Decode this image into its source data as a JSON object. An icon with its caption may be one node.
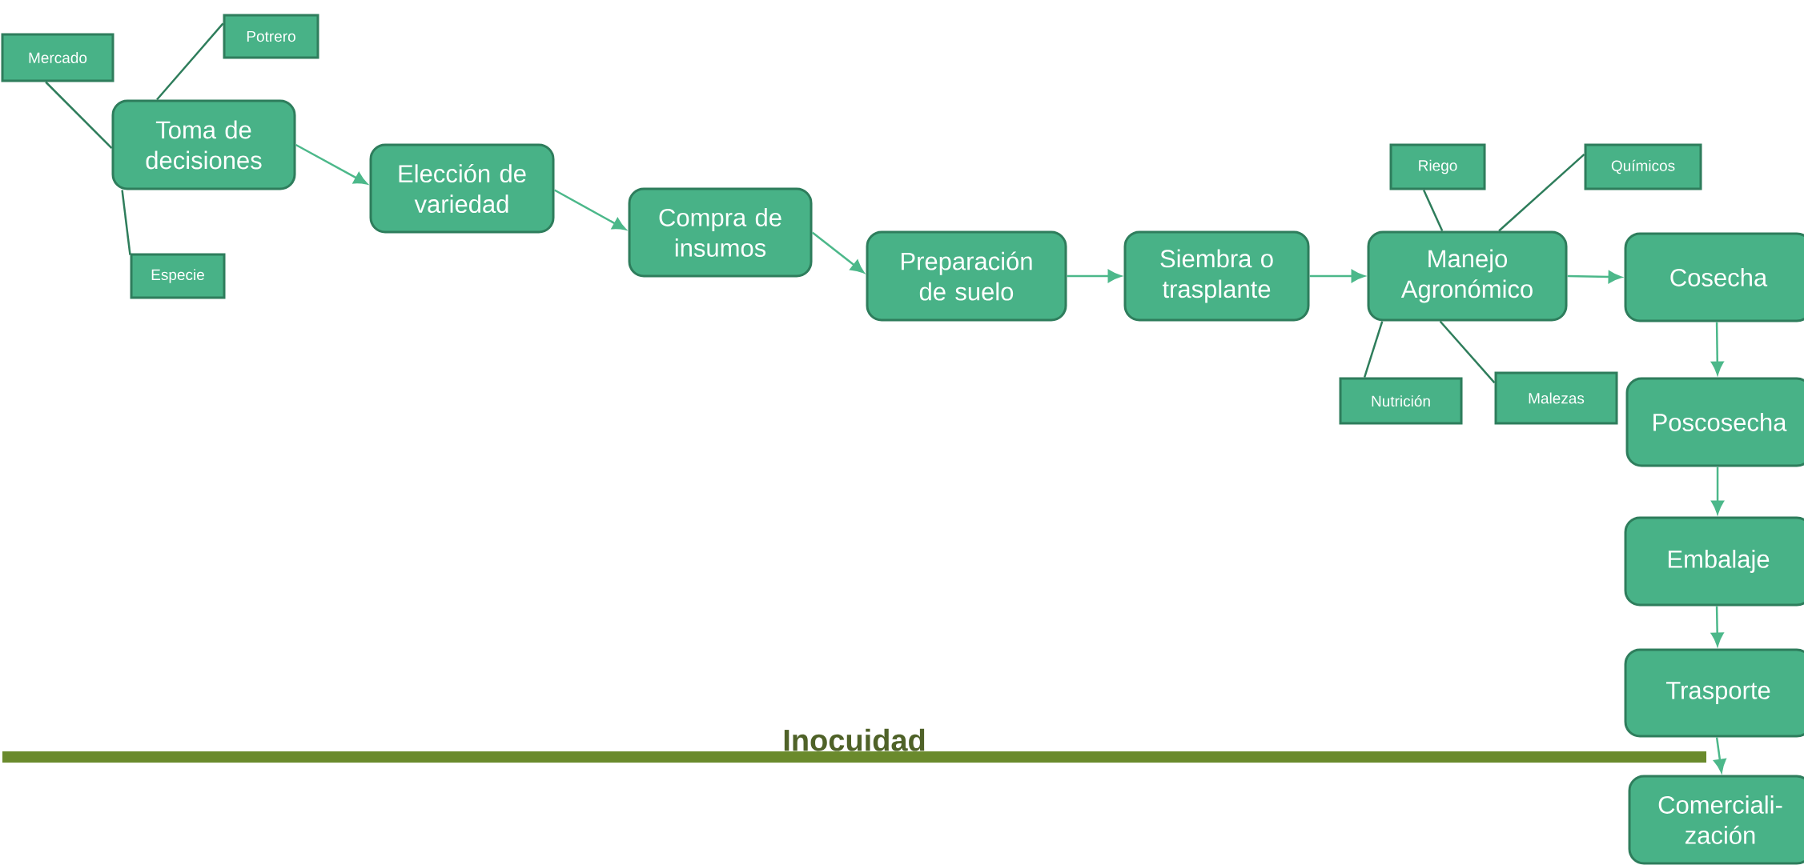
{
  "diagram": {
    "nodes": [
      {
        "text": [
          "Mercado"
        ]
      },
      {
        "text": [
          "Potrero"
        ]
      },
      {
        "text": [
          "Toma de decisiones"
        ]
      },
      {
        "text": [
          "Especie"
        ]
      },
      {
        "text": [
          "Elección de variedad"
        ]
      },
      {
        "text": [
          "Compra de insumos"
        ]
      },
      {
        "text": [
          "Preparación de suelo"
        ]
      },
      {
        "text": [
          "Siembra o trasplante"
        ]
      },
      {
        "text": [
          "Riego"
        ]
      },
      {
        "text": [
          "Químicos"
        ]
      },
      {
        "text": [
          "Manejo Agronómico"
        ]
      },
      {
        "text": [
          "Cosecha"
        ]
      },
      {
        "text": [
          "Nutrición"
        ]
      },
      {
        "text": [
          "Malezas"
        ]
      },
      {
        "text": [
          "Poscosecha"
        ]
      },
      {
        "text": [
          "Embalaje"
        ]
      },
      {
        "text": [
          "Trasporte"
        ]
      },
      {
        "text": [
          "Comerciali-zación"
        ]
      },
      {
        "text": [
          "Inocuidad"
        ]
      }
    ],
    "edges": [
      {
        "from": 0,
        "to": 2,
        "arrow": "none",
        "color": "#2e7d5b"
      },
      {
        "from": 1,
        "to": 2,
        "arrow": "none",
        "color": "#2e7d5b"
      },
      {
        "from": 2,
        "to": 3,
        "arrow": "none",
        "color": "#2e7d5b"
      },
      {
        "from": 2,
        "to": 4,
        "arrow": "to"
      },
      {
        "from": 4,
        "to": 5,
        "arrow": "to"
      },
      {
        "from": 5,
        "to": 6,
        "arrow": "to"
      },
      {
        "from": 6,
        "to": 7,
        "arrow": "to"
      },
      {
        "from": 7,
        "to": 10,
        "arrow": "to"
      },
      {
        "from": 8,
        "to": 10,
        "arrow": "none",
        "color": "#2e7d5b"
      },
      {
        "from": 9,
        "to": 10,
        "arrow": "none",
        "color": "#2e7d5b"
      },
      {
        "from": 12,
        "to": 10,
        "arrow": "none",
        "color": "#2e7d5b"
      },
      {
        "from": 13,
        "to": 10,
        "arrow": "none",
        "color": "#2e7d5b"
      },
      {
        "from": 10,
        "to": 11,
        "arrow": "to"
      },
      {
        "from": 11,
        "to": 14,
        "arrow": "to"
      },
      {
        "from": 14,
        "to": 15,
        "arrow": "to"
      },
      {
        "from": 15,
        "to": 16,
        "arrow": "to"
      },
      {
        "from": 16,
        "to": 17,
        "arrow": "to"
      }
    ]
  }
}
